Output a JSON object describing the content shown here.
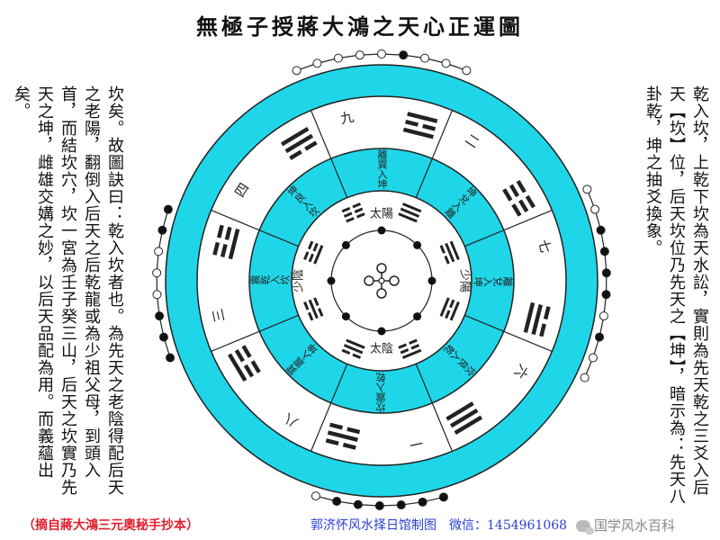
{
  "title": "無極子授蔣大鴻之天心正運圖",
  "left_text": "坎矣。故圖訣曰：乾入坎者也。為先天之老陰得配后天之老陽，翻倒入后天之后乾龍或為少祖父母，到頭入首，而結坎穴，坎一宮為壬子癸三山，后天之坎實乃先天之坤，雌雄交媾之妙，以后天品配為用。而義蘊出矣。",
  "right_text": "乾入坎，上乾下坎為天水訟，實則為先天乾之三爻入后天【坎】位，后天坎位乃先天之【坤】，暗示為：先天八卦乾，坤之抽爻換象。",
  "footer": {
    "source": "（摘自蔣大鴻三元奧秘手抄本）",
    "credit": "郭济怀风水择日馆制图　微信：1454961068",
    "watermark": "国学风水百科"
  },
  "outer_numbers": [
    "九",
    "二",
    "七",
    "六",
    "一",
    "八",
    "三",
    "四"
  ],
  "mid_labels": [
    "離巽入坤",
    "坤兌入離",
    "離兌入坤",
    "坎艮入乾",
    "坎震入乾",
    "巽震入坤",
    "震乾入坎",
    "坤艮入坎"
  ],
  "inner_labels": [
    "太陽",
    "少陽",
    "太陰",
    "少陰"
  ],
  "colors": {
    "ring": "#1fd6e8",
    "line": "#222222",
    "dot_filled": "#111111",
    "dot_open": "#ffffff"
  }
}
